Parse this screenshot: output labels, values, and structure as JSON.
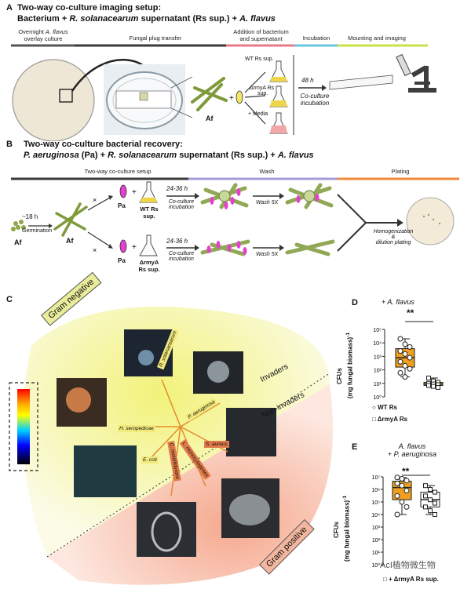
{
  "panelA": {
    "letter": "A",
    "title_line1": "Two-way co-culture imaging setup:",
    "title_line2_a": "Bacterium + ",
    "title_line2_b": "R. solanacearum",
    "title_line2_c": " supernatant (Rs sup.) + ",
    "title_line2_d": "A. flavus",
    "stage1_l1": "Overnight ",
    "stage1_l1_i": "A. flavus",
    "stage1_l2": "overlay culture",
    "stage2": "Fungal plug transfer",
    "stage3_l1": "Addition of bacterium",
    "stage3_l2": "and supernatant",
    "stage4": "Incubation",
    "stage5": "Mounting  and imaging",
    "af": "Af",
    "wt_rs_sup": "WT Rs sup.",
    "drmya_rs": "ΔrmyA Rs",
    "sup": "sup.",
    "media": "+ Media",
    "time": "48 h",
    "coculture_l1": "Co-culture",
    "coculture_l2": "incubation"
  },
  "panelB": {
    "letter": "B",
    "title_line1": "Two-way co-culture bacterial recovery:",
    "title_line2_a": "P. aeruginosa",
    "title_line2_b": " (Pa) + ",
    "title_line2_c": "R. solanacearum",
    "title_line2_d": " supernatant (Rs sup.) + ",
    "title_line2_e": "A. flavus",
    "stage1": "Two-way co-culture setup",
    "stage2": "Wash",
    "stage3": "Plating",
    "hours18": "~18 h",
    "germination": "Germination",
    "af": "Af",
    "pa": "Pa",
    "wt_rs_l1": "WT Rs",
    "wt_rs_l2": "sup.",
    "drmya_l1": "ΔrmyA",
    "drmya_l2": "Rs sup.",
    "time": "24-36 h",
    "coculture_l1": "Co-culture",
    "coculture_l2": "incubation",
    "wash": "Wash 5X",
    "homog_l1": "Homogenization",
    "homog_l2": "&",
    "homog_l3": "dilution plating"
  },
  "panelC": {
    "letter": "C",
    "gram_negative": "Gram negative",
    "gram_positive": "Gram positive",
    "invaders": "Invaders",
    "non_invaders": "Non-invaders",
    "species": [
      "R. solanacearum",
      "P. aeruginosa",
      "H. seropedicae",
      "E. coli",
      "S. aureus",
      "L. monocytogenes",
      "C. metallidurans"
    ]
  },
  "panelD": {
    "letter": "D",
    "header": "+ A. flavus",
    "sig": "**",
    "ylabel_l1": "CFUs",
    "ylabel_l2": "(mg fungal biomass)",
    "ylabel_sup": "-1",
    "legend_wt": "WT Rs",
    "legend_mut": "ΔrmyA Rs",
    "ticks": [
      "10⁵",
      "10⁴",
      "10³",
      "10²",
      "10¹",
      "10⁰"
    ]
  },
  "panelE": {
    "letter": "E",
    "header_l1": "A. flavus",
    "header_l2": "+ P. aeruginosa",
    "sig": "**",
    "ylabel_l1": "CFUs",
    "ylabel_l2": "(mg fungal biomass)",
    "ylabel_sup": "-1",
    "legend_mut": "+ ΔrmyA Rs sup.",
    "ticks": [
      "10⁷",
      "10⁶",
      "10⁵",
      "10⁴",
      "10³",
      "10²",
      "10¹",
      "10⁰"
    ]
  },
  "watermark": "AcI植物微生物",
  "chart_data": [
    {
      "type": "box",
      "title": "+ A. flavus",
      "ylabel": "CFUs (mg fungal biomass)-1",
      "yscale": "log",
      "ylim": [
        1,
        100000
      ],
      "series": [
        {
          "name": "WT Rs",
          "color": "#f0a020",
          "values": [
            20000,
            8000,
            5000,
            2500,
            1500,
            800,
            400,
            200,
            120,
            60,
            30
          ]
        },
        {
          "name": "ΔrmyA Rs",
          "color": "#f0a020",
          "values": [
            25,
            15,
            12,
            10,
            9,
            8,
            7,
            6,
            5
          ]
        }
      ]
    },
    {
      "type": "box",
      "title": "A. flavus + P. aeruginosa",
      "ylabel": "CFUs (mg fungal biomass)-1",
      "yscale": "log",
      "ylim": [
        1,
        10000000
      ],
      "series": [
        {
          "name": "",
          "color": "#f0a020",
          "values": [
            9000000,
            7000000,
            5000000,
            3000000,
            2000000,
            800000,
            300000,
            100000,
            40000,
            10000
          ]
        },
        {
          "name": "ΔrmyA Rs sup.",
          "color": "#ffffff",
          "values": [
            2000000,
            1000000,
            600000,
            300000,
            150000,
            80000,
            40000,
            20000,
            10000
          ]
        }
      ]
    }
  ]
}
